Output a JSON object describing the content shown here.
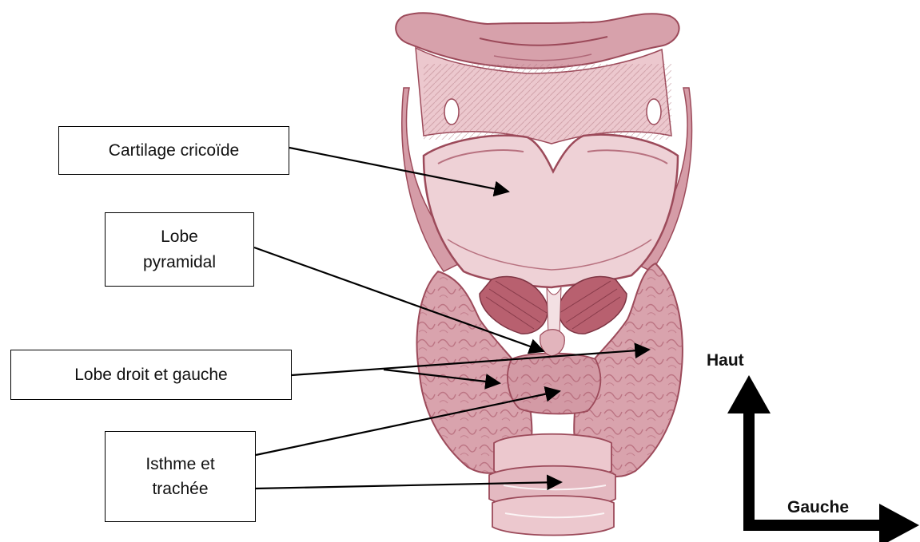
{
  "labels": {
    "cartilage": "Cartilage cricoïde",
    "pyramidal_line1": "Lobe",
    "pyramidal_line2": "pyramidal",
    "lobes": "Lobe droit et gauche",
    "isthme_line1": "Isthme et",
    "isthme_line2": "trachée"
  },
  "orientation": {
    "up": "Haut",
    "left": "Gauche"
  },
  "colors": {
    "tissue": "#d9a3ad",
    "tissue_dark": "#9c4a5a",
    "tissue_light": "#f1dade",
    "muscle": "#b8606f",
    "line": "#000000"
  }
}
